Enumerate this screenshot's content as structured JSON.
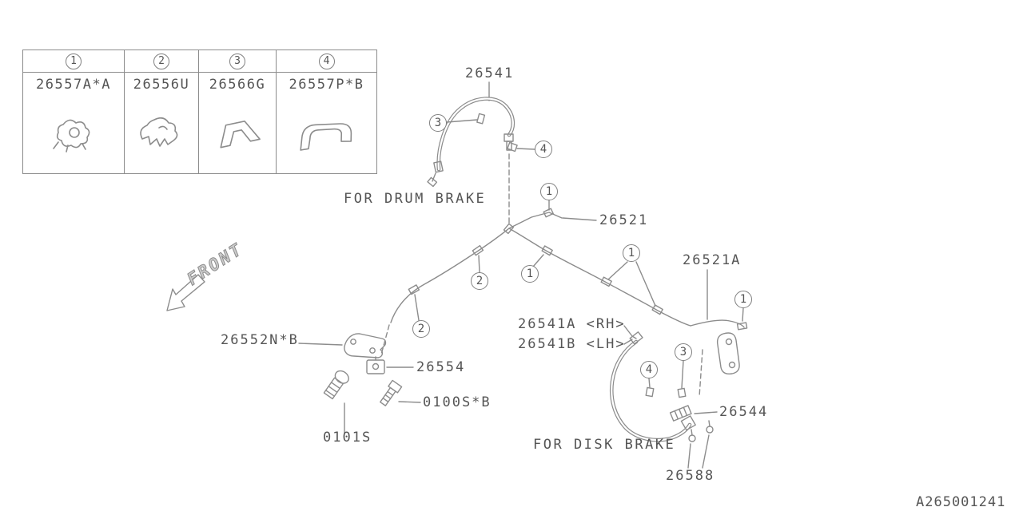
{
  "page": {
    "diagram_id": "A265001241",
    "line_color": "#8c8c8c",
    "text_color": "#555555"
  },
  "legend": {
    "items": [
      {
        "num": "1",
        "part": "26557A*A",
        "icon": "wire-clamp-clip"
      },
      {
        "num": "2",
        "part": "26556U",
        "icon": "pronged-clamp-clip"
      },
      {
        "num": "3",
        "part": "26566G",
        "icon": "flat-spring-clip"
      },
      {
        "num": "4",
        "part": "26557P*B",
        "icon": "wide-spring-clip"
      }
    ]
  },
  "labels": {
    "for_drum_brake": "FOR DRUM BRAKE",
    "for_disk_brake": "FOR DISK BRAKE",
    "front": "FRONT",
    "p26541": "26541",
    "p26521": "26521",
    "p26521a": "26521A",
    "p26541a_rh": "26541A <RH>",
    "p26541b_lh": "26541B <LH>",
    "p26552n_b": "26552N*B",
    "p26554": "26554",
    "p0100s_b": "0100S*B",
    "p0101s": "0101S",
    "p26544": "26544",
    "p26588": "26588"
  },
  "callouts": [
    {
      "num": "3"
    },
    {
      "num": "4"
    },
    {
      "num": "1"
    },
    {
      "num": "1"
    },
    {
      "num": "2"
    },
    {
      "num": "1"
    },
    {
      "num": "2"
    },
    {
      "num": "1"
    },
    {
      "num": "3"
    },
    {
      "num": "4"
    }
  ]
}
